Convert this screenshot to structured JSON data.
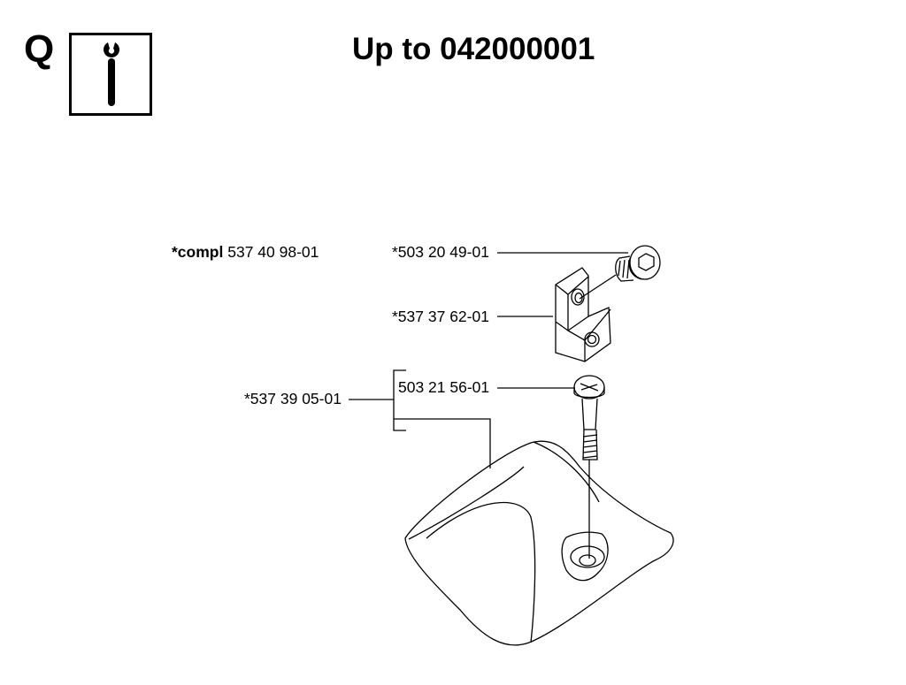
{
  "header": {
    "section_letter": "Q",
    "title": "Up to 042000001",
    "info_icon": "wrench-info-icon"
  },
  "parts": {
    "kit_prefix": "*compl",
    "kit_number": "537 40 98-01",
    "screw_top": "*503 20 49-01",
    "bracket": "*537 37 62-01",
    "screw_lower": "503 21 56-01",
    "group": "*537 39 05-01"
  }
}
